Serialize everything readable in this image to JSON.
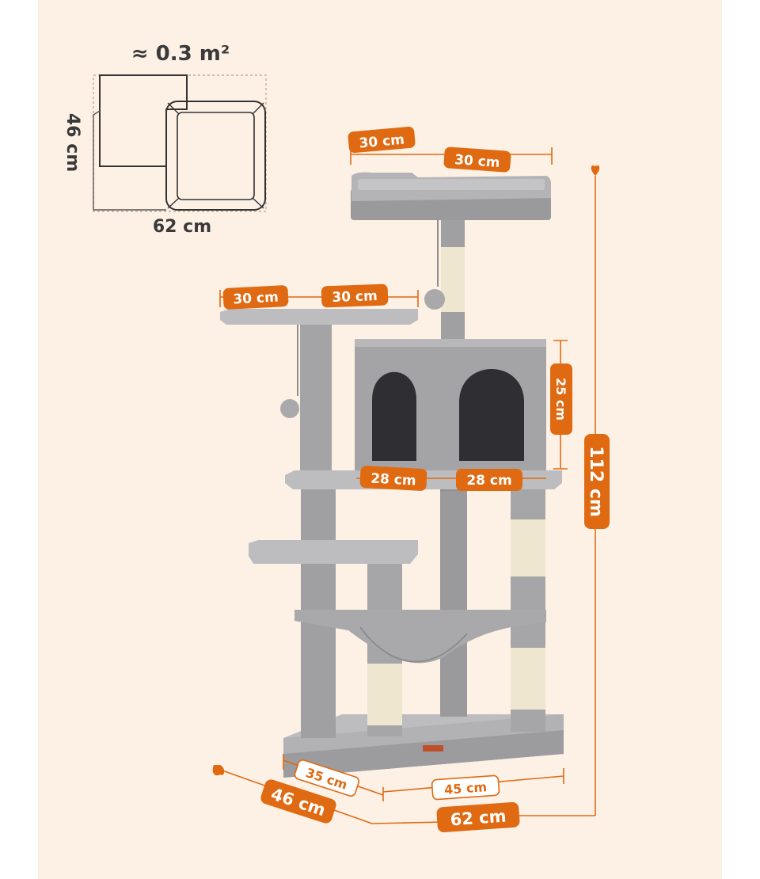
{
  "colors": {
    "accent": "#e06a12",
    "background": "#fdf1e6",
    "fur": "#a7a7a9",
    "fur_light": "#bdbdbf",
    "fur_dark": "#8c8c8e",
    "sisal": "#efe6d0",
    "cave_inside": "#2f2f33"
  },
  "footprint": {
    "area": "≈ 0.3 m²",
    "depth": "46 cm",
    "width": "62 cm"
  },
  "dimensions": {
    "top_left": "30 cm",
    "top_right": "30 cm",
    "mid_left": "30 cm",
    "mid_right": "30 cm",
    "cave_height": "25 cm",
    "cave_left": "28 cm",
    "cave_right": "28 cm",
    "total_height": "112 cm",
    "base_depth_inner": "35 cm",
    "base_width_inner": "45 cm",
    "base_depth": "46 cm",
    "base_width": "62 cm"
  }
}
